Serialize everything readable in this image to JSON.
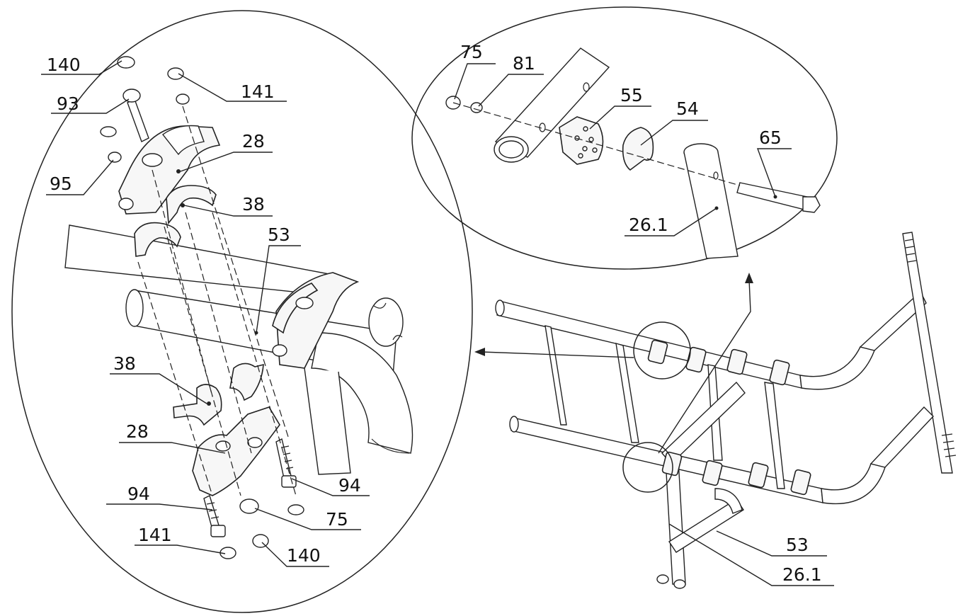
{
  "callouts": {
    "left": {
      "c140_top": "140",
      "c141_top": "141",
      "c93": "93",
      "c28_top": "28",
      "c95": "95",
      "c38_top": "38",
      "c53": "53",
      "c38_bottom": "38",
      "c28_bottom": "28",
      "c94_right": "94",
      "c94_left": "94",
      "c75": "75",
      "c141_bottom": "141",
      "c140_bottom": "140"
    },
    "top_right": {
      "c75": "75",
      "c81": "81",
      "c55": "55",
      "c54": "54",
      "c65": "65",
      "c26_1": "26.1"
    },
    "frame": {
      "c53": "53",
      "c26_1": "26.1"
    }
  }
}
